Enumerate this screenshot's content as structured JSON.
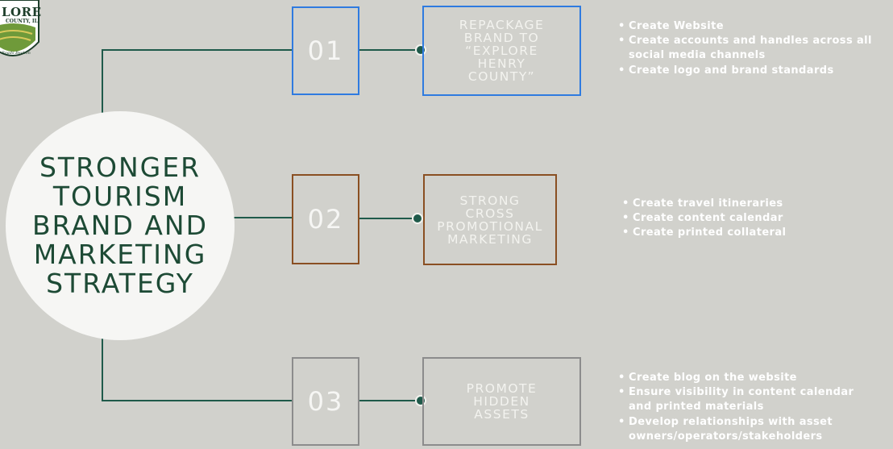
{
  "logo": {
    "title": "LORE",
    "subtitle": "COUNTY, IL",
    "tagline": "Roads Beckon"
  },
  "center": {
    "title_lines": [
      "STRONGER",
      "TOURISM",
      "BRAND AND",
      "MARKETING",
      "STRATEGY"
    ]
  },
  "steps": [
    {
      "number": "01",
      "color": "#2f7be0",
      "label_lines": [
        "REPACKAGE",
        "BRAND TO",
        "“EXPLORE",
        "HENRY",
        "COUNTY”"
      ],
      "bullets": [
        "Create Website",
        "Create accounts and handles across all social media channels",
        "Create logo and brand standards"
      ]
    },
    {
      "number": "02",
      "color": "#8a4f22",
      "label_lines": [
        "STRONG",
        "CROSS",
        "PROMOTIONAL",
        "MARKETING"
      ],
      "bullets": [
        "Create travel itineraries",
        "Create content calendar",
        "Create printed collateral"
      ]
    },
    {
      "number": "03",
      "color": "#8c8c8c",
      "label_lines": [
        "PROMOTE",
        "HIDDEN",
        "ASSETS"
      ],
      "bullets": [
        "Create blog on the website",
        "Ensure visibility in content calendar and printed materials",
        "Develop relationships with asset owners/operators/stakeholders"
      ]
    }
  ],
  "colors": {
    "background": "#d1d1cc",
    "connector": "#1f5a4a",
    "circle": "#f6f6f4",
    "circle_text": "#1d4a35"
  }
}
